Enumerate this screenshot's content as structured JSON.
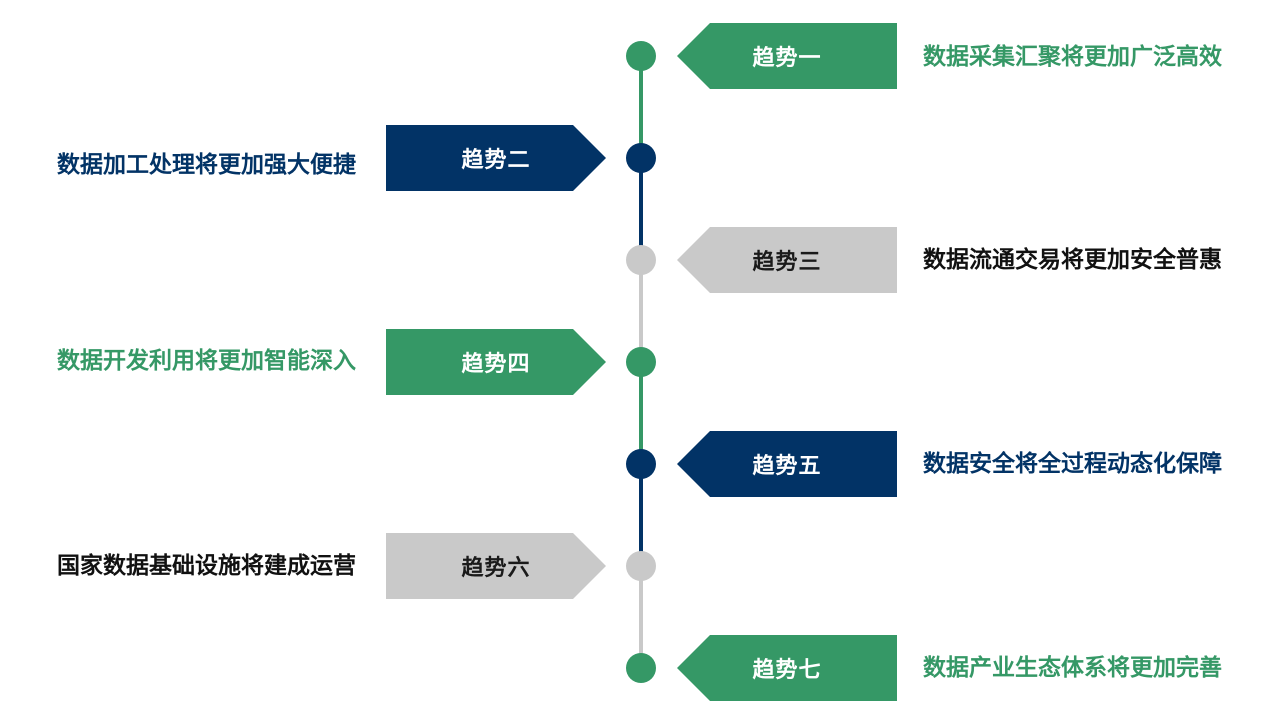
{
  "colors": {
    "green": "#359866",
    "navy": "#023366",
    "gray": "#c9c9c9",
    "dark_text": "#111111",
    "gray_tag_text": "#1a1a1a",
    "white": "#ffffff"
  },
  "trends": [
    {
      "label": "趋势一",
      "text": "数据采集汇聚将更加广泛高效",
      "side": "right",
      "color": "green"
    },
    {
      "label": "趋势二",
      "text": "数据加工处理将更加强大便捷",
      "side": "left",
      "color": "navy"
    },
    {
      "label": "趋势三",
      "text": "数据流通交易将更加安全普惠",
      "side": "right",
      "color": "gray"
    },
    {
      "label": "趋势四",
      "text": "数据开发利用将更加智能深入",
      "side": "left",
      "color": "green"
    },
    {
      "label": "趋势五",
      "text": "数据安全将全过程动态化保障",
      "side": "right",
      "color": "navy"
    },
    {
      "label": "趋势六",
      "text": "国家数据基础设施将建成运营",
      "side": "left",
      "color": "gray"
    },
    {
      "label": "趋势七",
      "text": "数据产业生态体系将更加完善",
      "side": "right",
      "color": "green"
    }
  ]
}
